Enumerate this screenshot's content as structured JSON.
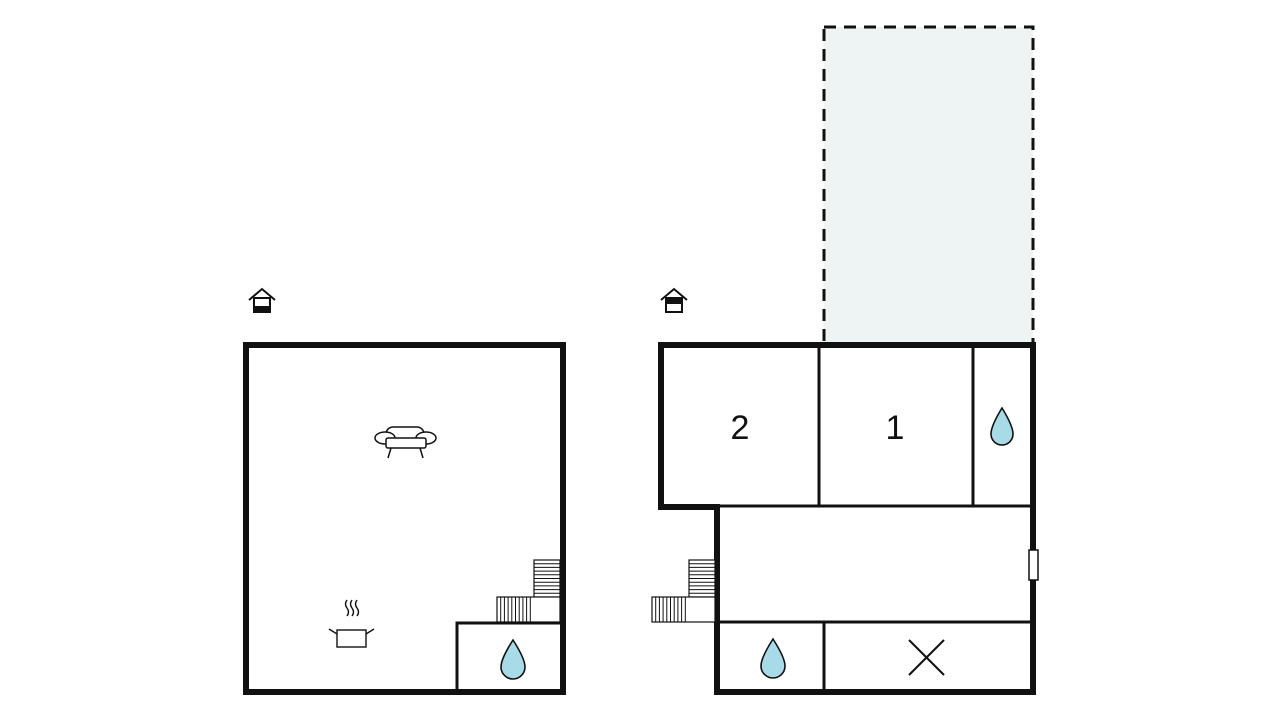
{
  "colors": {
    "wall": "#111111",
    "background": "#ffffff",
    "terrace_fill": "#eef4f3",
    "water_fill": "#a8dbe8"
  },
  "floor_plans": [
    {
      "name": "left-floor",
      "entrance_icon": "house-entrance-icon",
      "icons": [
        "sofa-icon",
        "cooking-pot-icon",
        "staircase-icon",
        "water-drop-icon"
      ],
      "room_labels": []
    },
    {
      "name": "right-floor",
      "entrance_icon": "house-entrance-icon",
      "icons": [
        "water-drop-icon",
        "staircase-icon",
        "window-icon",
        "water-drop-icon",
        "cross-icon"
      ],
      "room_labels": [
        "2",
        "1"
      ],
      "terrace": "dashed-outline"
    }
  ]
}
